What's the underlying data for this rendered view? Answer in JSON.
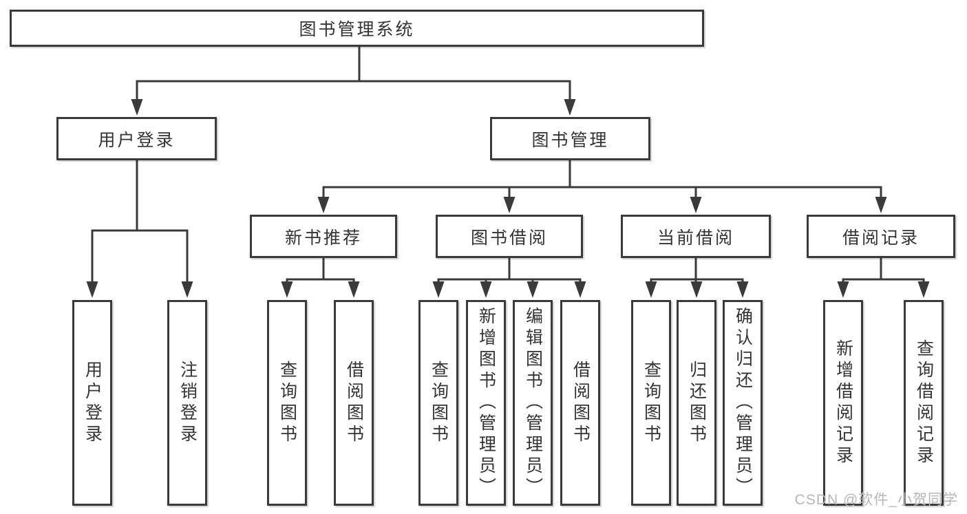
{
  "diagram": {
    "root": {
      "label": "图书管理系统"
    },
    "branches": {
      "user_login": {
        "label": "用户登录",
        "children": [
          "用户登录",
          "注销登录"
        ]
      },
      "book_management": {
        "label": "图书管理",
        "sections": {
          "new_book_recommend": {
            "label": "新书推荐",
            "children": [
              "查询图书",
              "借阅图书"
            ]
          },
          "book_borrow": {
            "label": "图书借阅",
            "children": [
              "查询图书",
              "新增图书（管理员）",
              "编辑图书（管理员）",
              "借阅图书"
            ]
          },
          "current_borrow": {
            "label": "当前借阅",
            "children": [
              "查询图书",
              "归还图书",
              "确认归还（管理员）"
            ]
          },
          "borrow_records": {
            "label": "借阅记录",
            "children": [
              "新增借阅记录",
              "查询借阅记录"
            ]
          }
        }
      }
    }
  },
  "watermark": "CSDN @软件_小贺同学",
  "colors": {
    "line": "#3a3a3a",
    "text": "#333333",
    "box_bg": "#ffffff",
    "page_bg": "#ffffff",
    "watermark": "#b6b6b6"
  }
}
